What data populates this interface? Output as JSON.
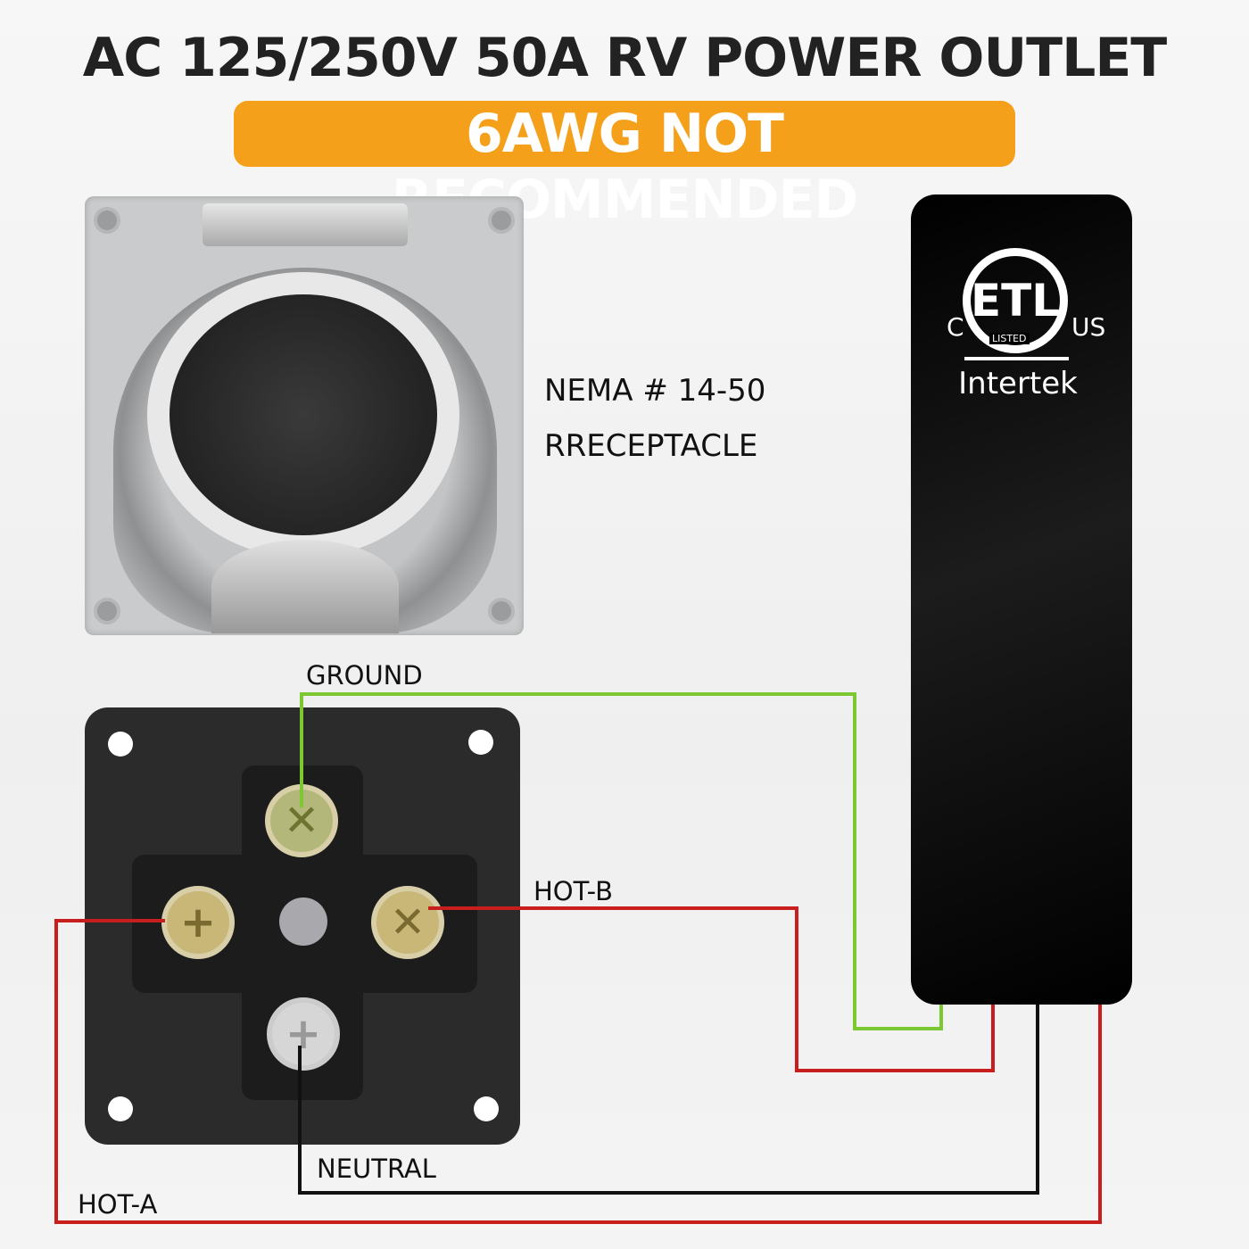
{
  "title": "AC 125/250V 50A RV POWER OUTLET",
  "warning": "6AWG NOT RECOMMENDED",
  "receptacle_label": {
    "line1": "NEMA # 14-50",
    "line2": "RRECEPTACLE"
  },
  "certification": {
    "left": "C",
    "right": "US",
    "mark": "ETL",
    "listed": "LISTED",
    "company": "Intertek"
  },
  "wires": {
    "ground": "GROUND",
    "hot_b": "HOT-B",
    "neutral": "NEUTRAL",
    "hot_a": "HOT-A"
  },
  "colors": {
    "accent": "#f5a01a",
    "ground_wire": "#7cc832",
    "hot_wire": "#c81e1e",
    "neutral_wire": "#111111"
  }
}
